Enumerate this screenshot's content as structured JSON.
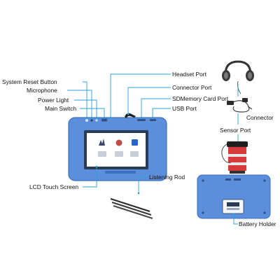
{
  "colors": {
    "device_body": "#5b8fdc",
    "device_edge": "#3d6fc0",
    "screen_bezel": "#2a3b56",
    "screen": "#ffffff",
    "leader_line": "#29a0e0",
    "label_text": "#111111",
    "background": "#ffffff"
  },
  "labels": {
    "system_reset_button": "System Reset Button",
    "microphone": "Microphone",
    "power_light": "Power Light",
    "main_switch": "Main Switch",
    "headset_port": "Headset Port",
    "connector_port": "Connector Port",
    "sd_memory_card_port": "SDMemory Card Port",
    "usb_port": "USB Port",
    "connector": "Connector",
    "sensor_port": "Sensor Port",
    "lcd_touch_screen": "LCD Touch Screen",
    "listening_rod": "Listening Rod",
    "battery_holder": "Battery Holder"
  },
  "icons": [
    "headset-icon",
    "connector-cable-icon",
    "sensor-icon",
    "listening-rod-icon",
    "battery-holder-icon"
  ]
}
